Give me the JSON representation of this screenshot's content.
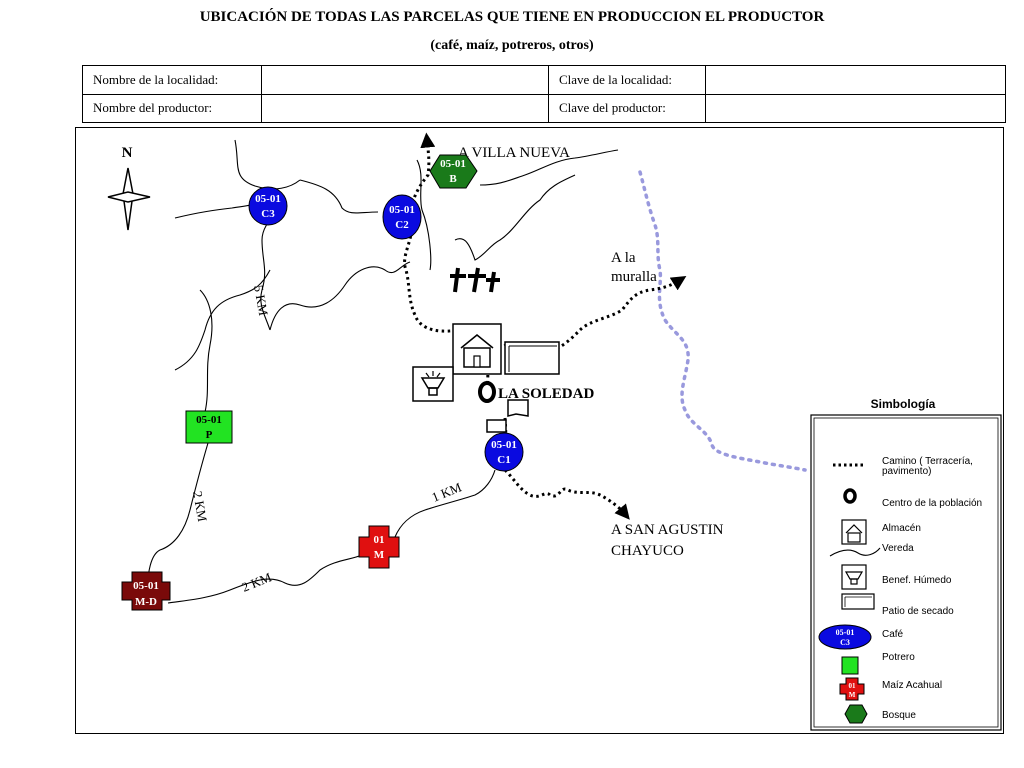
{
  "header": {
    "title": "UBICACIÓN DE TODAS LAS PARCELAS QUE TIENE EN PRODUCCION EL PRODUCTOR",
    "subtitle": "(café, maíz, potreros, otros)",
    "form": {
      "locality_name_label": "Nombre de la localidad:",
      "locality_name_value": "",
      "locality_key_label": "Clave de la localidad:",
      "locality_key_value": "",
      "producer_name_label": "Nombre del productor:",
      "producer_name_value": "",
      "producer_key_label": "Clave del productor:",
      "producer_key_value": ""
    }
  },
  "map": {
    "north": "N",
    "places": {
      "villa_nueva": "A VILLA NUEVA",
      "muralla_1": "A la",
      "muralla_2": "muralla",
      "la_soledad": "LA SOLEDAD",
      "san_agustin_1": "A  SAN AGUSTIN",
      "san_agustin_2": "CHAYUCO"
    },
    "distances": {
      "d_5km": "5 KM",
      "d_2km_vertical": "2 KM",
      "d_1km": "1 KM",
      "d_2km_bottom": "2 KM"
    },
    "parcels": {
      "c3_line1": "05-01",
      "c3_line2": "C3",
      "c2_line1": "05-01",
      "c2_line2": "C2",
      "c1_line1": "05-01",
      "c1_line2": "C1",
      "b_line1": "05-01",
      "b_line2": "B",
      "p_line1": "05-01",
      "p_line2": "P",
      "m_line1": "01",
      "m_line2": "M",
      "md_line1": "05-01",
      "md_line2": "M-D"
    },
    "colors": {
      "cafe": "#0a0ae0",
      "potrero": "#22e322",
      "maiz": "#e01010",
      "maiz_dark": "#7a0a0a",
      "bosque": "#1a7a1a",
      "river": "#9999dd"
    }
  },
  "legend": {
    "title": "Simbología",
    "items": {
      "camino": "Camino ( Terracería,",
      "camino_2": "pavimento)",
      "centro": "Centro de la población",
      "almacen": "Almacén",
      "vereda": "Vereda",
      "benef": "Benef. Húmedo",
      "patio": "Patio de secado",
      "cafe": "Café",
      "potrero": "Potrero",
      "maiz": "Maíz Acahual",
      "bosque": "Bosque"
    },
    "cafe_icon_line1": "05-01",
    "cafe_icon_line2": "C3",
    "maiz_icon_line1": "01",
    "maiz_icon_line2": "M"
  }
}
